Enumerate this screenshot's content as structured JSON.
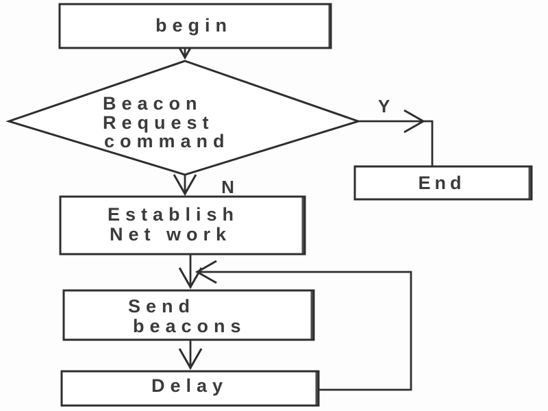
{
  "diagram": {
    "type": "flowchart",
    "colors": {
      "line": "#2e2e2e",
      "text": "#3b3b3b",
      "node_fill": "#ffffff",
      "background": "#fdfdfd"
    },
    "nodes": {
      "begin": {
        "label": "begin",
        "shape": "rectangle"
      },
      "beacon_request": {
        "shape": "diamond",
        "lines": [
          "Beacon",
          "Request",
          "command"
        ]
      },
      "end": {
        "label": "End",
        "shape": "rectangle"
      },
      "establish_network": {
        "shape": "rectangle",
        "lines": [
          "Establish",
          "Net work"
        ]
      },
      "send_beacons": {
        "shape": "rectangle",
        "lines": [
          "Send",
          "beacons"
        ]
      },
      "delay": {
        "label": "Delay",
        "shape": "rectangle"
      }
    },
    "edge_labels": {
      "yes": "Y",
      "no": "N"
    }
  }
}
